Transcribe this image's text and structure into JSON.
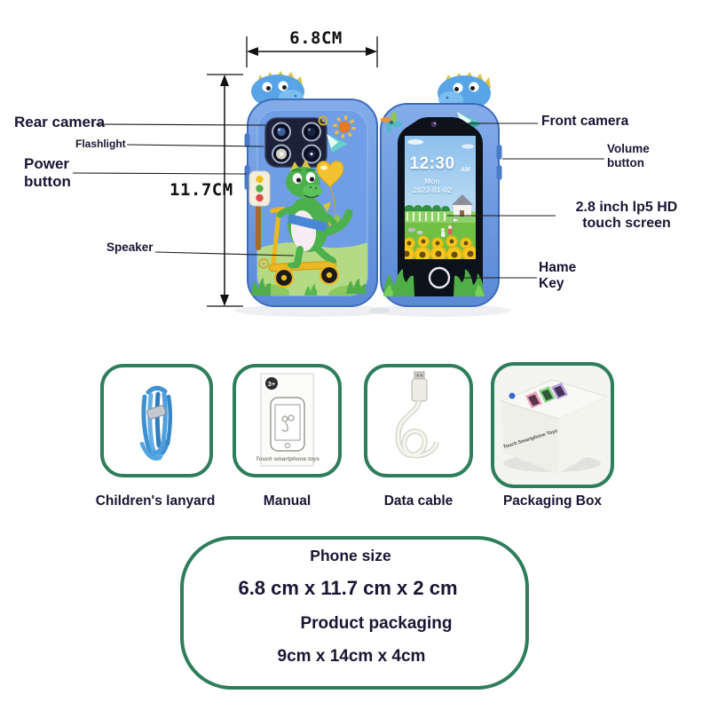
{
  "page": {
    "background": "#ffffff",
    "accent_green": "#2e7d5b",
    "label_color": "#1b1433",
    "phone_blue": "#6f9ee6"
  },
  "dimensions": {
    "width_label": "6.8CM",
    "height_label": "11.7CM"
  },
  "callouts": {
    "rear_camera": "Rear camera",
    "flashlight": "Flashlight",
    "power_button": "Power button",
    "speaker": "Speaker",
    "front_camera": "Front camera",
    "volume_button": "Volume button",
    "touch_screen": "2.8 inch lp5 HD touch screen",
    "home_key": "Hame Key"
  },
  "phone_screen": {
    "time": "12:30",
    "meridiem": "AM",
    "day": "Mon",
    "date": "2023-01-02"
  },
  "accessories": {
    "lanyard": {
      "label": "Children's lanyard"
    },
    "manual": {
      "label": "Manual",
      "age_badge": "3+",
      "caption": "Touch smartphone toys"
    },
    "cable": {
      "label": "Data cable"
    },
    "box": {
      "label": "Packaging Box",
      "caption": "Touch Smartphone Toys"
    }
  },
  "size_panel": {
    "phone_size_title": "Phone size",
    "phone_size_value": "6.8 cm x 11.7 cm x 2 cm",
    "packaging_title": "Product packaging",
    "packaging_value": "9cm x 14cm x 4cm"
  }
}
